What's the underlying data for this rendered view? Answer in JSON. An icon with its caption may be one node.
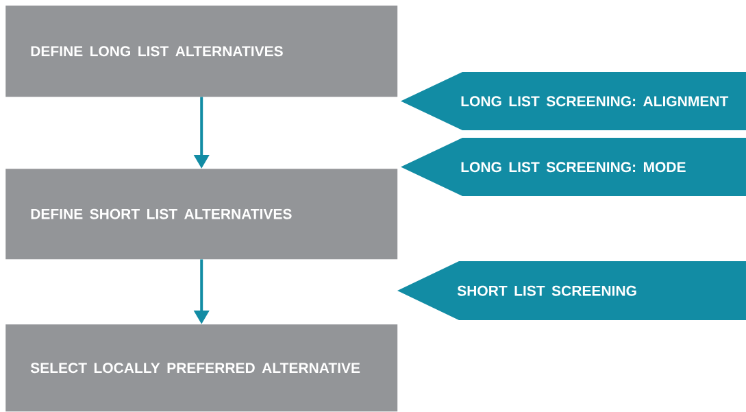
{
  "diagram": {
    "nodes": [
      {
        "text": [
          "DEFINE LONG LIST ALTERNATIVES"
        ]
      },
      {
        "text": [
          "DEFINE SHORT LIST ALTERNATIVES"
        ]
      },
      {
        "text": [
          "SELECT LOCALLY PREFERRED ALTERNATIVE"
        ]
      },
      {
        "text": [
          "LONG LIST SCREENING: ALIGNMENT"
        ]
      },
      {
        "text": [
          "LONG LIST SCREENING: MODE"
        ]
      },
      {
        "text": [
          "SHORT LIST SCREENING"
        ]
      }
    ],
    "edges": [
      {
        "from": 0,
        "to": 1,
        "arrow": "to"
      },
      {
        "from": 1,
        "to": 2,
        "arrow": "to"
      }
    ]
  }
}
